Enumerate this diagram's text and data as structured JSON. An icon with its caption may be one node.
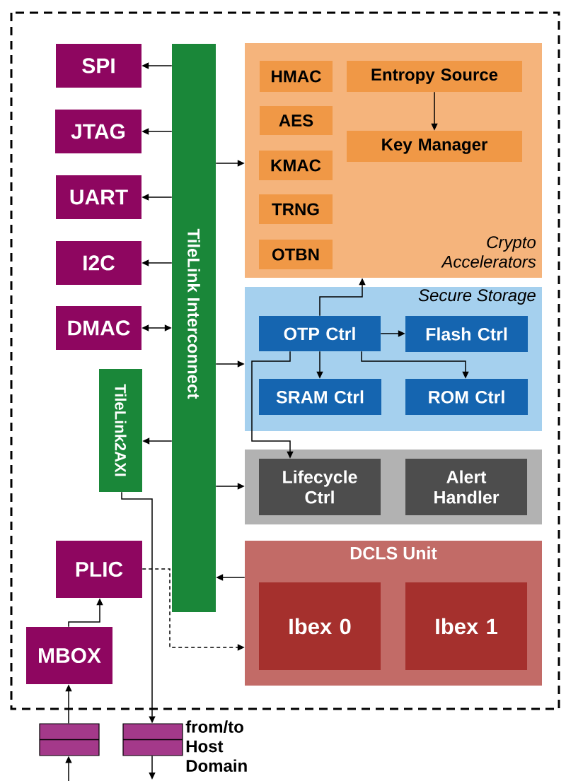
{
  "diagram": {
    "nodes": [
      {
        "text": [
          "SPI"
        ]
      },
      {
        "text": [
          "JTAG"
        ]
      },
      {
        "text": [
          "UART"
        ]
      },
      {
        "text": [
          "I2C"
        ]
      },
      {
        "text": [
          "DMAC"
        ]
      },
      {
        "text": [
          "TileLink Interconnect"
        ]
      },
      {
        "text": [
          "TileLink2AXI"
        ]
      },
      {
        "text": [
          "PLIC"
        ]
      },
      {
        "text": [
          "MBOX"
        ]
      },
      {
        "text": [
          "Crypto Accelerators"
        ]
      },
      {
        "text": [
          "HMAC"
        ],
        "in": 9
      },
      {
        "text": [
          "AES"
        ],
        "in": 9
      },
      {
        "text": [
          "KMAC"
        ],
        "in": 9
      },
      {
        "text": [
          "TRNG"
        ],
        "in": 9
      },
      {
        "text": [
          "OTBN"
        ],
        "in": 9
      },
      {
        "text": [
          "Entropy Source"
        ],
        "in": 9
      },
      {
        "text": [
          "Key Manager"
        ],
        "in": 9
      },
      {
        "text": [
          "Secure Storage"
        ]
      },
      {
        "text": [
          "OTP Ctrl"
        ],
        "in": 17
      },
      {
        "text": [
          "Flash Ctrl"
        ],
        "in": 17
      },
      {
        "text": [
          "SRAM Ctrl"
        ],
        "in": 17
      },
      {
        "text": [
          "ROM Ctrl"
        ],
        "in": 17
      },
      {
        "text": [],
        "shape": "box"
      },
      {
        "text": [
          "Lifecycle Ctrl"
        ],
        "in": 22
      },
      {
        "text": [
          "Alert Handler"
        ],
        "in": 22
      },
      {
        "text": [
          "DCLS Unit"
        ]
      },
      {
        "text": [
          "Ibex 0"
        ],
        "in": 25
      },
      {
        "text": [
          "Ibex 1"
        ],
        "in": 25
      },
      {
        "text": [],
        "shape": "box"
      },
      {
        "text": [],
        "shape": "box",
        "beside": [
          "from/to Host Domain"
        ]
      }
    ],
    "edges": [
      {
        "from": 5,
        "to": 0,
        "arrow": "to"
      },
      {
        "from": 5,
        "to": 1,
        "arrow": "to"
      },
      {
        "from": 5,
        "to": 2,
        "arrow": "to"
      },
      {
        "from": 5,
        "to": 3,
        "arrow": "to"
      },
      {
        "from": 5,
        "to": 4,
        "arrow": "both"
      },
      {
        "from": 5,
        "to": 9,
        "arrow": "to"
      },
      {
        "from": 5,
        "to": 17,
        "arrow": "to"
      },
      {
        "from": 5,
        "to": 6,
        "arrow": "to"
      },
      {
        "from": 5,
        "to": 22,
        "arrow": "to"
      },
      {
        "from": 25,
        "to": 5,
        "arrow": "to"
      },
      {
        "from": 7,
        "to": 25,
        "arrow": "to",
        "style": "dashed"
      },
      {
        "from": 8,
        "to": 7,
        "arrow": "to"
      },
      {
        "from": 6,
        "to": 29,
        "arrow": "to"
      },
      {
        "from": 28,
        "to": 8,
        "arrow": "to"
      },
      {
        "from": null,
        "to": 28,
        "arrow": "to"
      },
      {
        "from": 29,
        "to": null,
        "arrow": "to"
      },
      {
        "from": 15,
        "to": 16,
        "arrow": "to"
      },
      {
        "from": 18,
        "to": 9,
        "arrow": "to"
      },
      {
        "from": 18,
        "to": 19,
        "arrow": "to"
      },
      {
        "from": 18,
        "to": 20,
        "arrow": "to"
      },
      {
        "from": 18,
        "to": 21,
        "arrow": "to"
      },
      {
        "from": 18,
        "to": 23,
        "arrow": "to"
      }
    ]
  }
}
